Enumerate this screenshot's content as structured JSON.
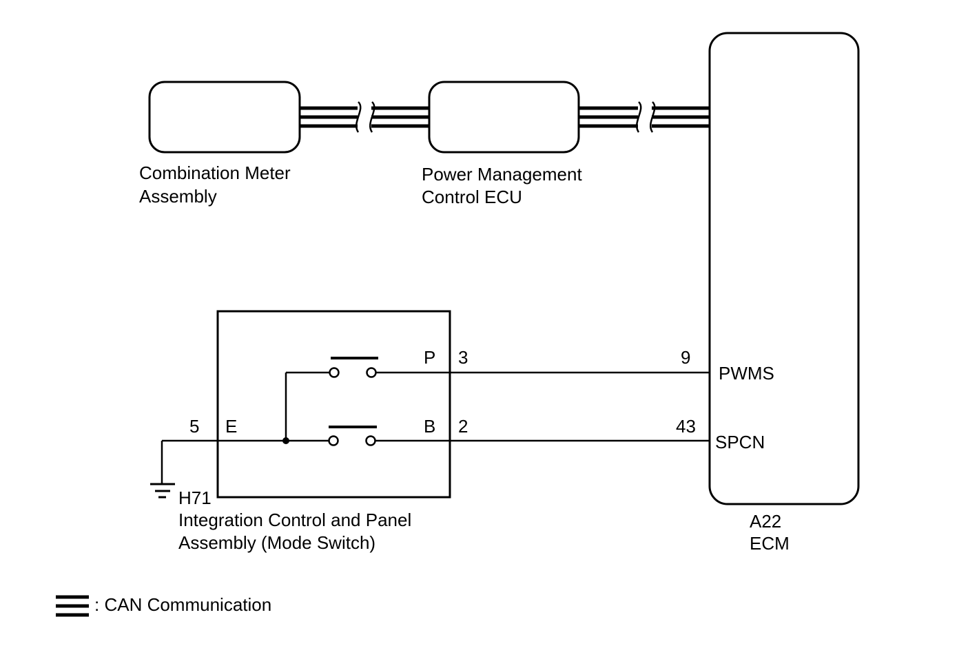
{
  "components": {
    "combination_meter": {
      "line1": "Combination Meter",
      "line2": "Assembly"
    },
    "power_management": {
      "line1": "Power Management",
      "line2": "Control ECU"
    },
    "ecm": {
      "connector": "A22",
      "name": "ECM"
    },
    "mode_switch": {
      "connector": "H71",
      "line1": "Integration Control and Panel",
      "line2": "Assembly (Mode Switch)"
    }
  },
  "switch_terminals": {
    "p": "P",
    "b": "B",
    "e": "E"
  },
  "pins": {
    "switch_p": "3",
    "switch_b": "2",
    "switch_e": "5",
    "ecm_pwms": "9",
    "ecm_spcn": "43"
  },
  "ecm_terminals": {
    "pwms": "PWMS",
    "spcn": "SPCN"
  },
  "legend": {
    "can_label": ": CAN Communication"
  }
}
